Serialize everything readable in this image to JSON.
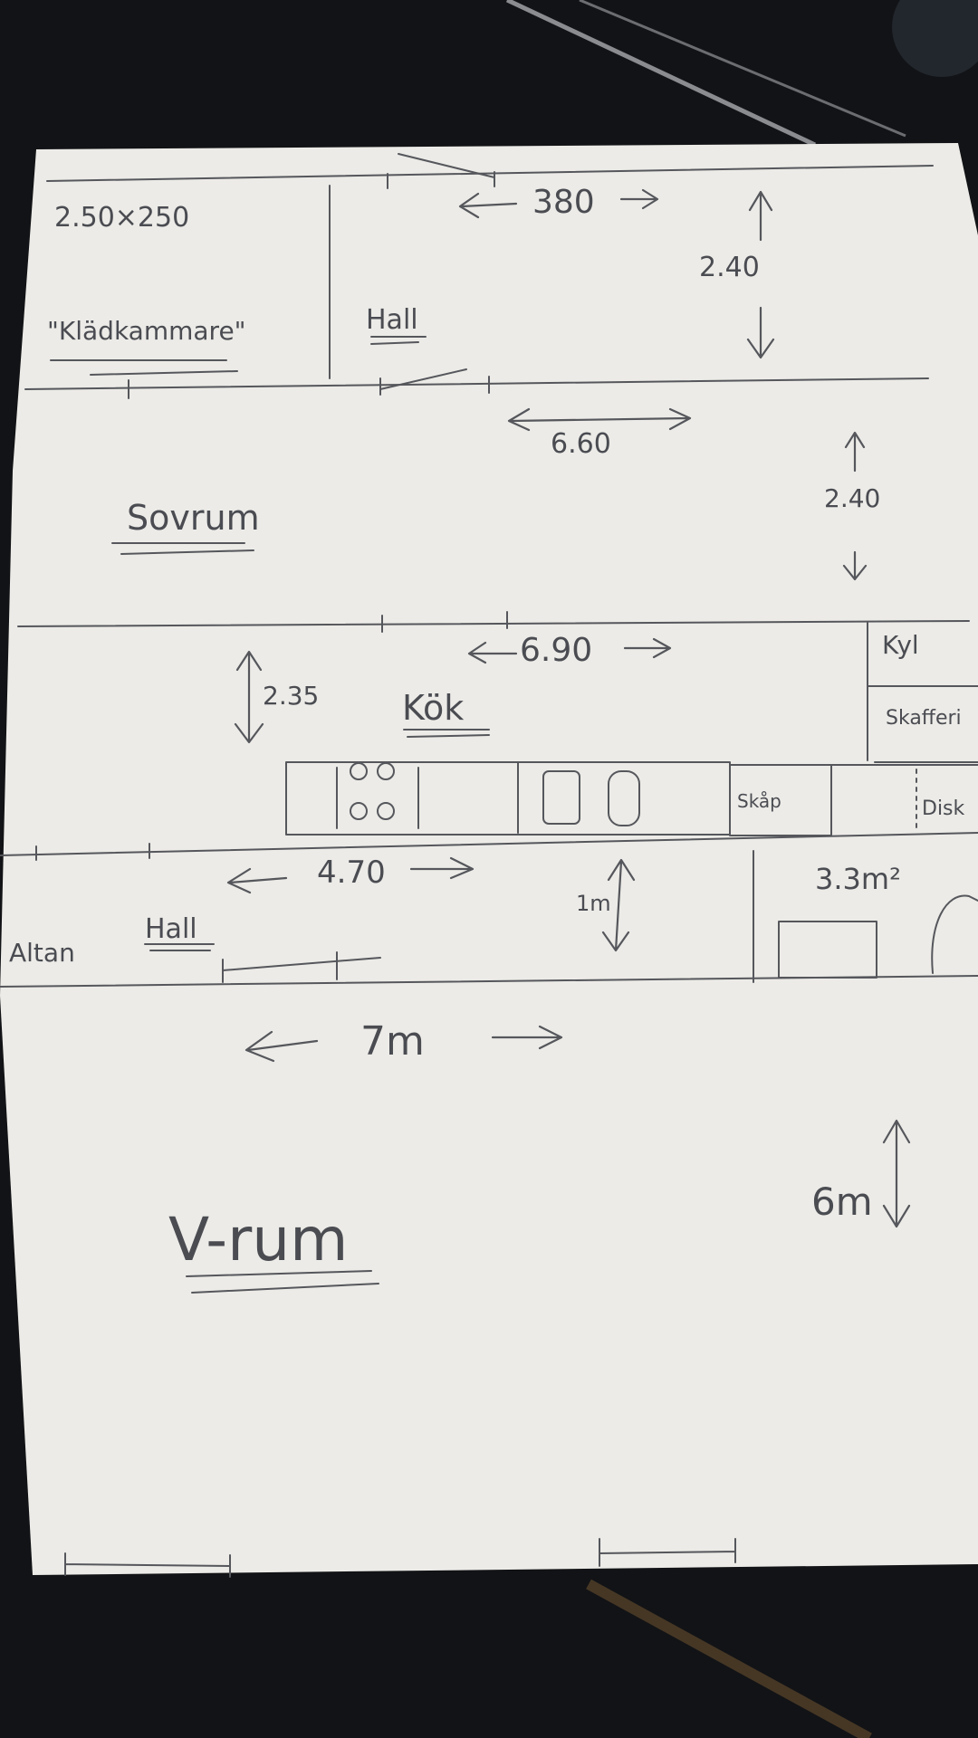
{
  "plan": {
    "closet_size": "2.50×250",
    "closet_label": "\"Klädkammare\"",
    "hall_upper_label": "Hall",
    "dim_top_width": "380",
    "dim_top_height": "2.40",
    "dim_bedroom_width": "6.60",
    "dim_bedroom_height": "2.40",
    "bedroom_label": "Sovrum",
    "dim_kitchen_width": "6.90",
    "dim_kitchen_height": "2.35",
    "kitchen_label": "Kök",
    "fridge_label": "Kyl",
    "pantry_label": "Skafferi",
    "cabinet_label": "Skåp",
    "dish_label": "Disk",
    "dim_counter_width": "4.70",
    "dim_hall_depth": "1m",
    "bath_area": "3.3m²",
    "altan_label": "Altan",
    "hall_lower_label": "Hall",
    "dim_living_width": "7m",
    "dim_living_height": "6m",
    "living_label": "V-rum"
  }
}
